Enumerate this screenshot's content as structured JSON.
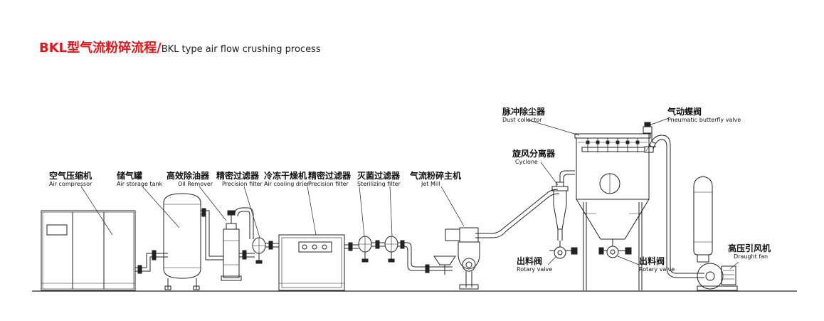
{
  "title": {
    "cn": "BKL型气流粉碎流程/",
    "en": "BKL type air flow crushing process",
    "color": "#d7191e"
  },
  "labels": {
    "air_compressor": {
      "cn": "空气压缩机",
      "en": "Air compressor"
    },
    "air_storage_tank": {
      "cn": "储气罐",
      "en": "Air storage tank"
    },
    "oil_remover": {
      "cn": "高效除油器",
      "en": "Oil Remover"
    },
    "precision_filter_1": {
      "cn": "精密过滤器",
      "en": "Precision filter"
    },
    "air_cooling_drier": {
      "cn": "冷冻干燥机",
      "en": "Air cooling drier"
    },
    "precision_filter_2": {
      "cn": "精密过滤器",
      "en": "Precision filter"
    },
    "sterilizing_filter": {
      "cn": "灭菌过滤器",
      "en": "Sterilizing filter"
    },
    "jet_mill": {
      "cn": "气流粉碎主机",
      "en": "Jet Mill"
    },
    "dust_collector": {
      "cn": "脉冲除尘器",
      "en": "Dust collector"
    },
    "pneumatic_butterfly_valve": {
      "cn": "气动蝶阀",
      "en": "Pneumatic butterfly valve"
    },
    "cyclone": {
      "cn": "旋风分离器",
      "en": "Cyclone"
    },
    "rotary_valve_1": {
      "cn": "出料阀",
      "en": "Rotary valve"
    },
    "rotary_valve_2": {
      "cn": "出料阀",
      "en": "Rotary valve"
    },
    "draught_fan": {
      "cn": "高压引风机",
      "en": "Draught fan"
    }
  }
}
